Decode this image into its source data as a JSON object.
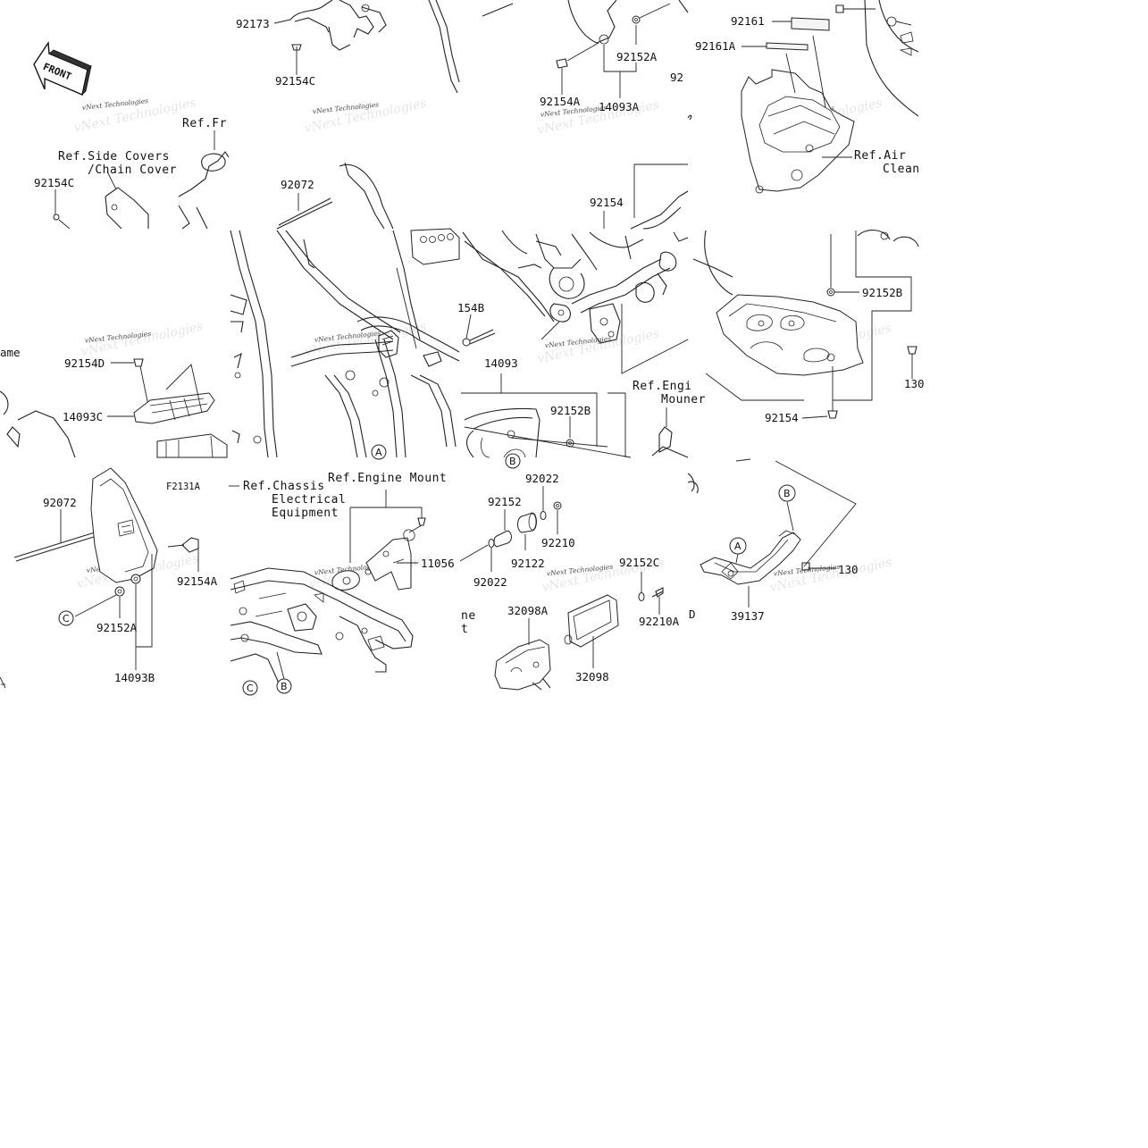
{
  "front_arrow": {
    "text": "FRONT"
  },
  "watermark": {
    "text": "vNext Technologies"
  },
  "callouts": [
    "A",
    "B",
    "C"
  ],
  "part_labels": {
    "p92173": "92173",
    "p92154C_top": "92154C",
    "p92154A_top": "92154A",
    "p92152A_top": "92152A",
    "p14093A": "14093A",
    "p92161": "92161",
    "p92161A": "92161A",
    "p92154C_left": "92154C",
    "p92072_mid": "92072",
    "p92154_mid": "92154",
    "p154B": "154B",
    "p92152B_right": "92152B",
    "p92154D": "92154D",
    "p14093": "14093",
    "p14093C": "14093C",
    "p92152B_mid": "92152B",
    "p92154_right": "92154",
    "p130_right": "130",
    "p92072_low": "92072",
    "pF2131A": "F2131A",
    "p92022_top": "92022",
    "p92152": "92152",
    "p92210": "92210",
    "p92122": "92122",
    "p92022_low": "92022",
    "p11056": "11056",
    "p92154A_low": "92154A",
    "p92152A_low": "92152A",
    "p14093B": "14093B",
    "p92152C": "92152C",
    "p92210A": "92210A",
    "p32098A": "32098A",
    "p32098": "32098",
    "p39137": "39137",
    "p130_low": "130",
    "p92_frag": "92"
  },
  "ref_labels": {
    "ref_fr": "Ref.Fr",
    "ref_side_1": "Ref.Side Covers",
    "ref_side_2": "/Chain Cover",
    "ref_air_1": "Ref.Air",
    "ref_air_2": "Clean",
    "ref_engi_1": "Ref.Engi",
    "ref_engi_2": "Mouner",
    "ref_engine_mount": "Ref.Engine Mount",
    "ref_chassis_1": "Ref.Chassis",
    "ref_chassis_2": "Electrical",
    "ref_chassis_3": "Equipment",
    "frag_ame": "ame",
    "frag_ne": "ne",
    "frag_t": "t",
    "frag_D": "D"
  }
}
